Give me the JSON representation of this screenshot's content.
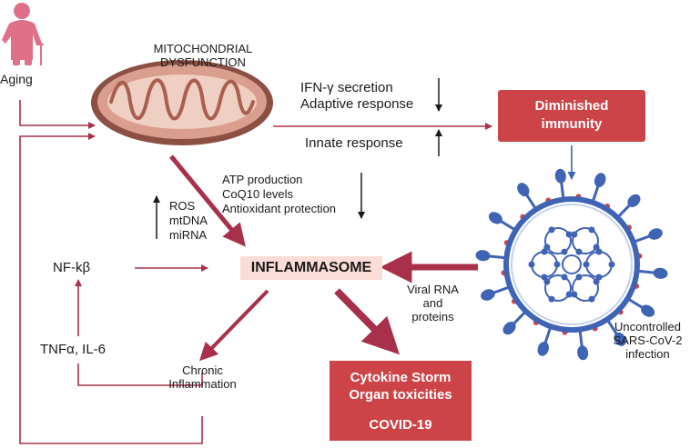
{
  "labels": {
    "aging": "Aging",
    "mito_line1": "MITOCHONDRIAL",
    "mito_line2": "DYSFUNCTION",
    "ifn": "IFN-γ secretion",
    "adaptive": "Adaptive response",
    "innate": "Innate response",
    "atp": "ATP production",
    "coq10": "CoQ10 levels",
    "antiox": "Antioxidant protection",
    "ros": "ROS",
    "mtdna": "mtDNA",
    "mirna": "miRNA",
    "nfkb": "NF-kβ",
    "inflammasome": "INFLAMMASOME",
    "tnf": "TNFα, IL-6",
    "chronic1": "Chronic",
    "chronic2": "Inflammation",
    "viral1": "Viral RNA",
    "viral2": "and",
    "viral3": "proteins",
    "uncontrolled1": "Uncontrolled",
    "uncontrolled2": "SARS-CoV-2",
    "uncontrolled3": "infection"
  },
  "diminished": {
    "line1": "Diminished",
    "line2": "immunity"
  },
  "cytokine": {
    "line1": "Cytokine Storm",
    "line2": "Organ toxicities",
    "line3": "COVID-19"
  },
  "colors": {
    "arrow": "#a8304a",
    "box_red": "#cc4448",
    "inflammasome_bg": "#fbdcd6",
    "mito_fill": "#d99e8e",
    "virus_blue": "#3f63b5",
    "person": "#e07087"
  },
  "icons": [
    "elderly-person-icon",
    "mitochondrion-icon",
    "sars-cov-2-virus-icon"
  ]
}
